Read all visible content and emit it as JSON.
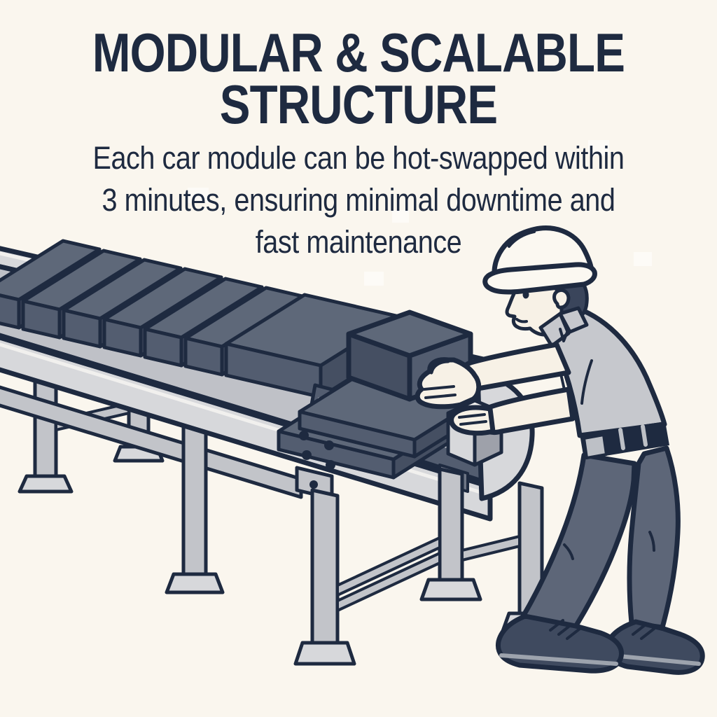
{
  "header": {
    "title_lines": [
      "MODULAR & SCALABLE",
      "STRUCTURE"
    ],
    "subtitle_lines": [
      "Each car module can be hot-swapped within",
      "3 minutes, ensuring minimal downtime and",
      "fast maintenance"
    ]
  },
  "illustration": {
    "alt": "Line-art worker wearing a hard hat lifting a dark module box at the end of an industrial conveyor belt lined with identical module boxes"
  },
  "colors": {
    "background": "#FAF6EE",
    "outline_ink": "#1E2A40",
    "module_top": "#5E6879",
    "module_front": "#535D70",
    "module_side": "#454F62",
    "frame_light": "#D7D8DB",
    "frame_mid": "#C2C4C9",
    "frame_shadow": "#9EA1AA",
    "deck": "#BFC1C7",
    "highlight": "#F1F0EE",
    "shirt": "#C6C8CD",
    "pants": "#5D6678",
    "skin": "#F7F1E6",
    "hard_hat": "#FBF8F1",
    "hair": "#3A455B",
    "shoe": "#3F4A5F",
    "sole": "#9DA3AD",
    "belt_buckle": "#BDC0C6",
    "bracket_dark": "#6E7585"
  }
}
